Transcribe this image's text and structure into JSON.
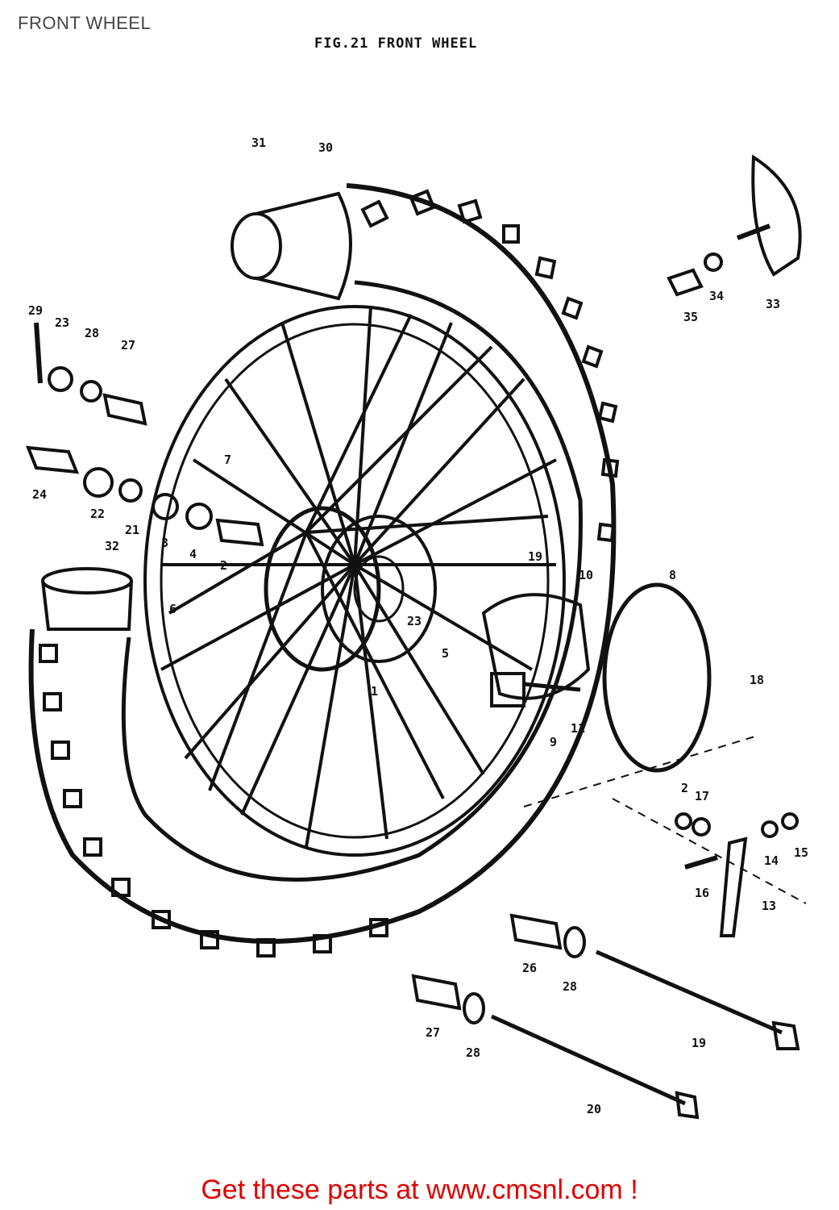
{
  "header": {
    "page_title": "FRONT WHEEL",
    "figure_title": "FIG.21  FRONT WHEEL"
  },
  "parts": {
    "label_1": "1",
    "label_2": "2",
    "label_3": "3",
    "label_4": "4",
    "label_5": "5",
    "label_6": "6",
    "label_7": "7",
    "label_8": "8",
    "label_9": "9",
    "label_10": "10",
    "label_11": "11",
    "label_13": "13",
    "label_14": "14",
    "label_15": "15",
    "label_16": "16",
    "label_17": "17",
    "label_18": "18",
    "label_19": "19",
    "label_20": "20",
    "label_21": "21",
    "label_22": "22",
    "label_23": "23",
    "label_24": "24",
    "label_26": "26",
    "label_27": "27",
    "label_28": "28",
    "label_29": "29",
    "label_30": "30",
    "label_31": "31",
    "label_32": "32",
    "label_33": "33",
    "label_34": "34",
    "label_35": "35"
  },
  "footer": {
    "cta": "Get these parts at www.cmsnl.com !"
  },
  "colors": {
    "ink": "#111111",
    "cta": "#e00000"
  }
}
